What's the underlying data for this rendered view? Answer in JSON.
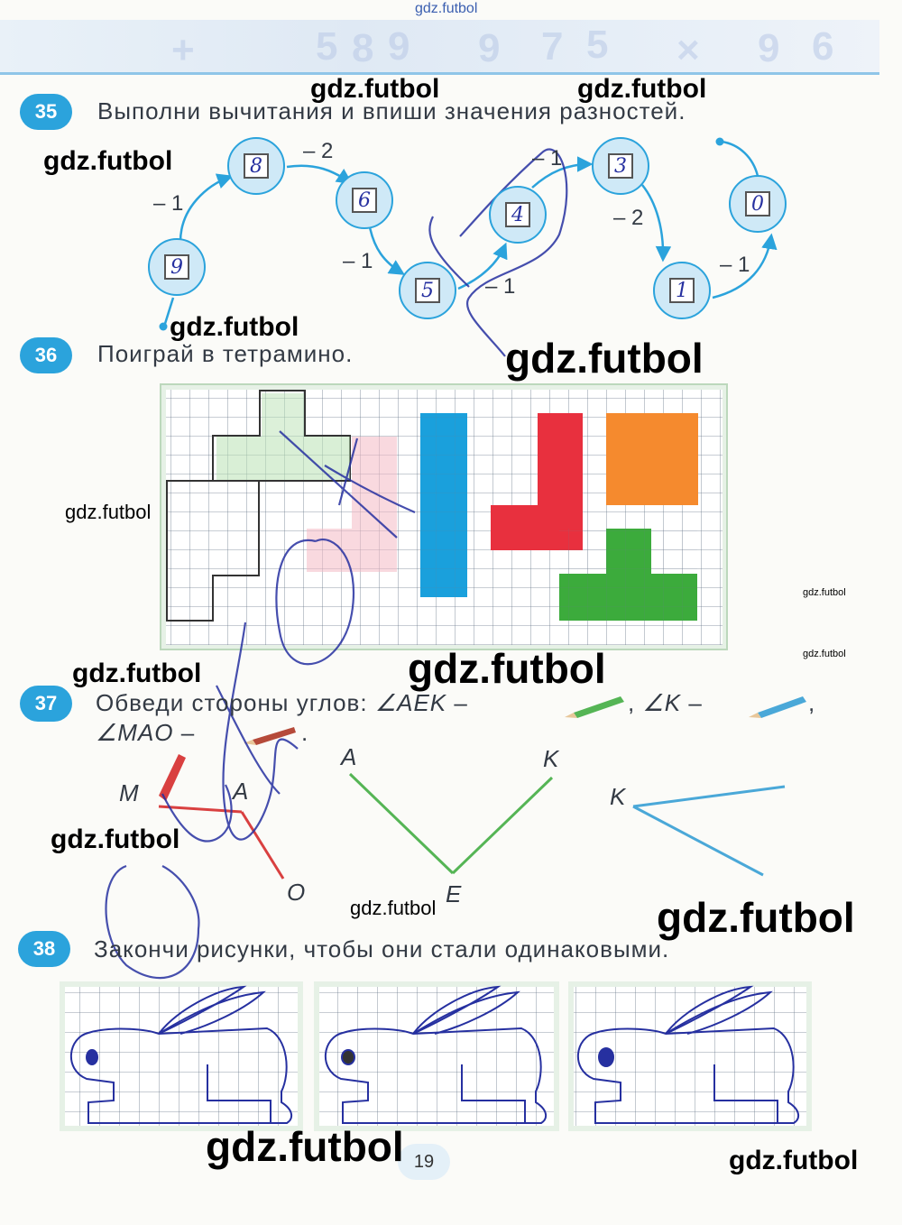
{
  "watermark": {
    "text": "gdz.futbol"
  },
  "tasks": {
    "t35": {
      "number": "35",
      "text": "Выполни вычитания и впиши значения разностей.",
      "chain": [
        {
          "value": "9"
        },
        {
          "value": "8"
        },
        {
          "value": "6"
        },
        {
          "value": "5"
        },
        {
          "value": "4"
        },
        {
          "value": "3"
        },
        {
          "value": "1"
        },
        {
          "value": "0"
        }
      ],
      "ops": [
        "– 1",
        "– 2",
        "– 1",
        "– 1",
        "– 1",
        "– 2",
        "– 1"
      ]
    },
    "t36": {
      "number": "36",
      "text": "Поиграй в тетрамино."
    },
    "t37": {
      "number": "37",
      "line1_a": "Обведи стороны углов: ",
      "angle1": "∠AEK",
      "dash": " – ",
      "angle2": "∠K",
      "angle3": "∠MAO",
      "labels": {
        "M": "M",
        "A1": "A",
        "O": "O",
        "A2": "A",
        "K1": "K",
        "E": "E",
        "K2": "K"
      }
    },
    "t38": {
      "number": "38",
      "text": "Закончи рисунки, чтобы они стали одинаковыми."
    }
  },
  "page_number": "19",
  "colors": {
    "accent_blue": "#2ba3dc",
    "tetromino_blue": "#1aa0dc",
    "tetromino_red": "#e8303e",
    "tetromino_orange": "#f58a2e",
    "tetromino_green": "#3cab3c",
    "pencil_green": "#55b555",
    "pencil_blue": "#4aa8d8",
    "pencil_red": "#d94040",
    "pen_ink": "#2630a0"
  }
}
